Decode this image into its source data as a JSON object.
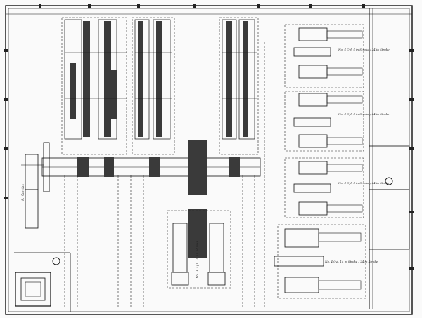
{
  "sheet": {
    "ink_color": "#111111",
    "paper_color": "#fafafa",
    "hatch_color": "#3a3a3a"
  },
  "labels": {
    "engine_upper": "No. 4 Cyl. 4 in Stroke / 24 in Stroke",
    "engine_middle": "No. 4 Cyl. 4 in Stroke / 24 in Stroke",
    "engine_lower": "No. 4 Cyl. 4 in Stroke / 24 in Stroke",
    "engine_bottom": "No. 4 Cyl. 14 in Stroke / 24 in Stroke",
    "left_column": "A. Section",
    "center_column": "No. 8 Cyl. 4 in Stroke"
  },
  "icons": {
    "flywheel": "flywheel-icon",
    "round_marker": "circle-marker-icon"
  }
}
